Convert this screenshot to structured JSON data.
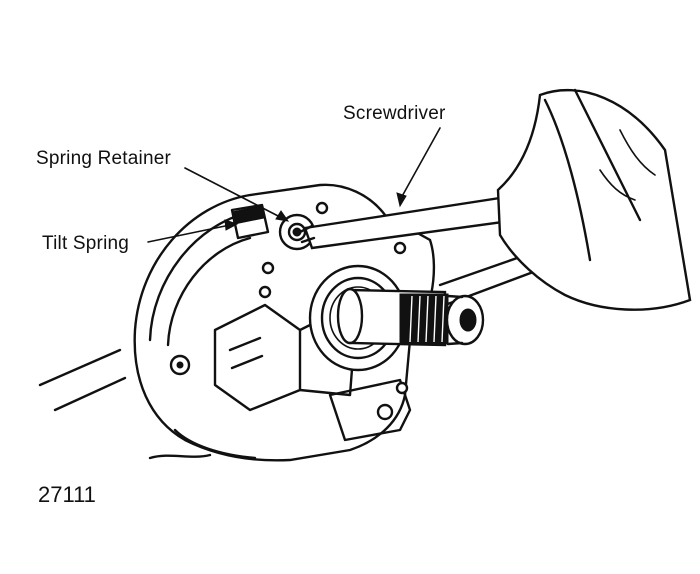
{
  "labels": {
    "screwdriver": "Screwdriver",
    "spring_retainer": "Spring Retainer",
    "tilt_spring": "Tilt Spring"
  },
  "figure_number": "27111"
}
